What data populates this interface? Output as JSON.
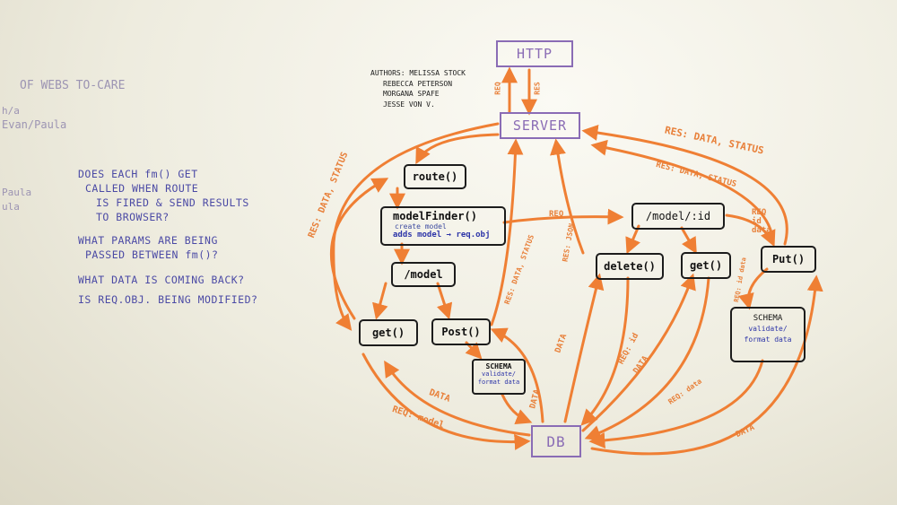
{
  "left_notes": {
    "line1": "OF WEBS TO-CARE",
    "line2": "h/a",
    "line3": "Evan/Paula",
    "line4": "Paula",
    "line5": "ula"
  },
  "authors": {
    "title": "AUTHORS: MELISSA STOCK",
    "names": [
      "REBECCA PETERSON",
      "MORGANA SPAFE",
      "JESSE VON V."
    ]
  },
  "questions": [
    "DOES EACH fm() GET",
    "CALLED WHEN ROUTE",
    "IS FIRED & SEND RESULTS",
    "TO BROWSER?",
    "WHAT PARAMS ARE BEING",
    "PASSED BETWEEN fm()?",
    "WHAT DATA IS COMING BACK?",
    "IS REQ.OBJ. BEING MODIFIED?"
  ],
  "nodes": {
    "http": "HTTP",
    "server": "SERVER",
    "route": "route()",
    "model_finder": "modelFinder()",
    "model_finder_sub1": "create model",
    "model_finder_sub2": "adds model → req.obj",
    "model": "/model",
    "model_id": "/model/:id",
    "get_left": "get()",
    "post": "Post()",
    "schema_left_title": "SCHEMA",
    "schema_left_sub": "validate/ format data",
    "delete": "delete()",
    "get_right": "get()",
    "put": "Put()",
    "schema_right_title": "SCHEMA",
    "schema_right_sub1": "validate/",
    "schema_right_sub2": "format data",
    "db": "DB"
  },
  "edge_labels": {
    "req_http": "REQ",
    "res_http": "RES",
    "res_data_status_top": "RES: DATA, STATUS",
    "res_data_status_mid": "RES: DATA, STATUS",
    "res_data_status_left": "RES: DATA, STATUS",
    "req_mid": "REQ",
    "req_id_data": "REQ id data",
    "res_data_status_post": "RES: DATA, STATUS",
    "res_json": "RES: JSON",
    "req_model": "REQ: model",
    "data_left": "DATA",
    "data_post": "DATA",
    "data_delete": "DATA",
    "req_id": "REQ: id",
    "data_get": "DATA",
    "req_data": "REQ: data",
    "data_put": "DATA",
    "req_id_data_put": "REQ: id data"
  }
}
